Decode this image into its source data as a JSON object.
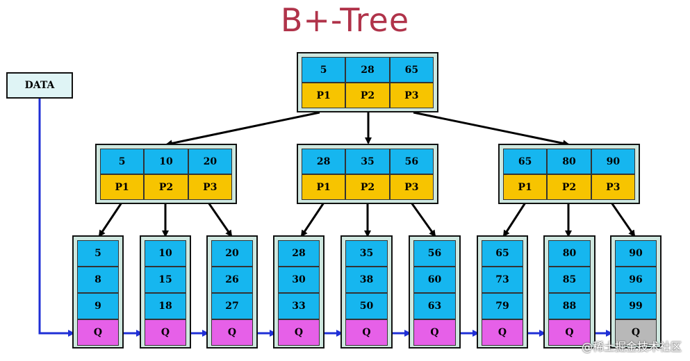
{
  "title": "B+-Tree",
  "data_label": "DATA",
  "root": {
    "keys": [
      "5",
      "28",
      "65"
    ],
    "pointers": [
      "P1",
      "P2",
      "P3"
    ]
  },
  "internal": [
    {
      "keys": [
        "5",
        "10",
        "20"
      ],
      "pointers": [
        "P1",
        "P2",
        "P3"
      ]
    },
    {
      "keys": [
        "28",
        "35",
        "56"
      ],
      "pointers": [
        "P1",
        "P2",
        "P3"
      ]
    },
    {
      "keys": [
        "65",
        "80",
        "90"
      ],
      "pointers": [
        "P1",
        "P2",
        "P3"
      ]
    }
  ],
  "leaves": [
    {
      "keys": [
        "5",
        "8",
        "9"
      ],
      "link": "Q"
    },
    {
      "keys": [
        "10",
        "15",
        "18"
      ],
      "link": "Q"
    },
    {
      "keys": [
        "20",
        "26",
        "27"
      ],
      "link": "Q"
    },
    {
      "keys": [
        "28",
        "30",
        "33"
      ],
      "link": "Q"
    },
    {
      "keys": [
        "35",
        "38",
        "50"
      ],
      "link": "Q"
    },
    {
      "keys": [
        "56",
        "60",
        "63"
      ],
      "link": "Q"
    },
    {
      "keys": [
        "65",
        "73",
        "79"
      ],
      "link": "Q"
    },
    {
      "keys": [
        "80",
        "85",
        "88"
      ],
      "link": "Q"
    },
    {
      "keys": [
        "90",
        "96",
        "99"
      ],
      "link": "Q"
    }
  ],
  "colors": {
    "key_cell": "#16b6ef",
    "pointer_cell": "#f7c400",
    "leaf_link_cell": "#e660e8",
    "last_leaf_link_cell": "#b8b8b8",
    "tree_arrow": "#000000",
    "sequence_arrow": "#1f2fd6",
    "title": "#b0334a"
  },
  "watermark": "@稀土掘金技术社区"
}
